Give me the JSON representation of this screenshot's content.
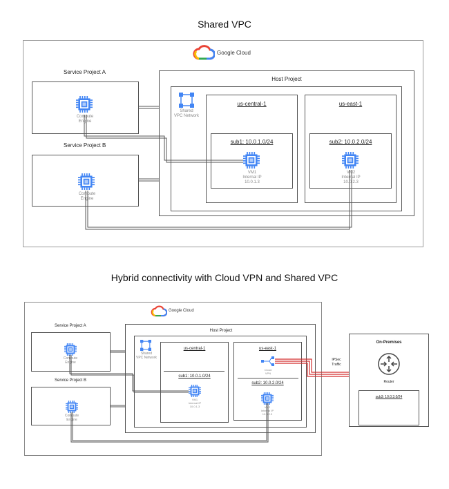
{
  "diagram1": {
    "title": "Shared VPC",
    "brand": "Google Cloud",
    "service_a": {
      "label": "Service Project A",
      "engine_label": "Compute\nEngine"
    },
    "service_b": {
      "label": "Service Project B",
      "engine_label": "Compute\nEngine"
    },
    "host": {
      "label": "Host Project"
    },
    "shared_vpc": {
      "label": "Shared\nVPC Network"
    },
    "region1": {
      "label": "us-central-1",
      "subnet": "sub1: 10.0.1.0/24",
      "vm": "VM1",
      "ip_label": "Internal IP",
      "ip": "10.0.1.3"
    },
    "region2": {
      "label": "us-east-1",
      "subnet": "sub2: 10.0.2.0/24",
      "vm": "VM2",
      "ip_label": "Internal IP",
      "ip": "10.0.2.3"
    }
  },
  "diagram2": {
    "title": "Hybrid connectivity with Cloud VPN and Shared VPC",
    "brand": "Google Cloud",
    "service_a": {
      "label": "Service Project A",
      "engine_label": "Compute\nEngine"
    },
    "service_b": {
      "label": "Service Project B",
      "engine_label": "Compute\nEngine"
    },
    "host": {
      "label": "Host Project"
    },
    "shared_vpc": {
      "label": "Shared\nVPC Network"
    },
    "region1": {
      "label": "us-central-1",
      "subnet": "sub1: 10.0.1.0/24",
      "vm": "VM1",
      "ip_label": "Internal IP",
      "ip": "10.0.1.3"
    },
    "region2": {
      "label": "us-east-1",
      "subnet": "sub2: 10.0.2.0/24",
      "vm": "VM2",
      "ip_label": "Internal IP",
      "ip": "10.0.2.3",
      "vpn": "Cloud\nVPN"
    },
    "ipsec": "IPSec\nTraffic",
    "onprem": {
      "label": "On-Premises",
      "router": "Router",
      "subnet": "sub3: 10.0.3.0/24"
    }
  },
  "colors": {
    "chip_blue": "#4285f4",
    "chip_light": "#aecbfa",
    "ipsec_red": "#d32f2f",
    "line": "#555555"
  }
}
